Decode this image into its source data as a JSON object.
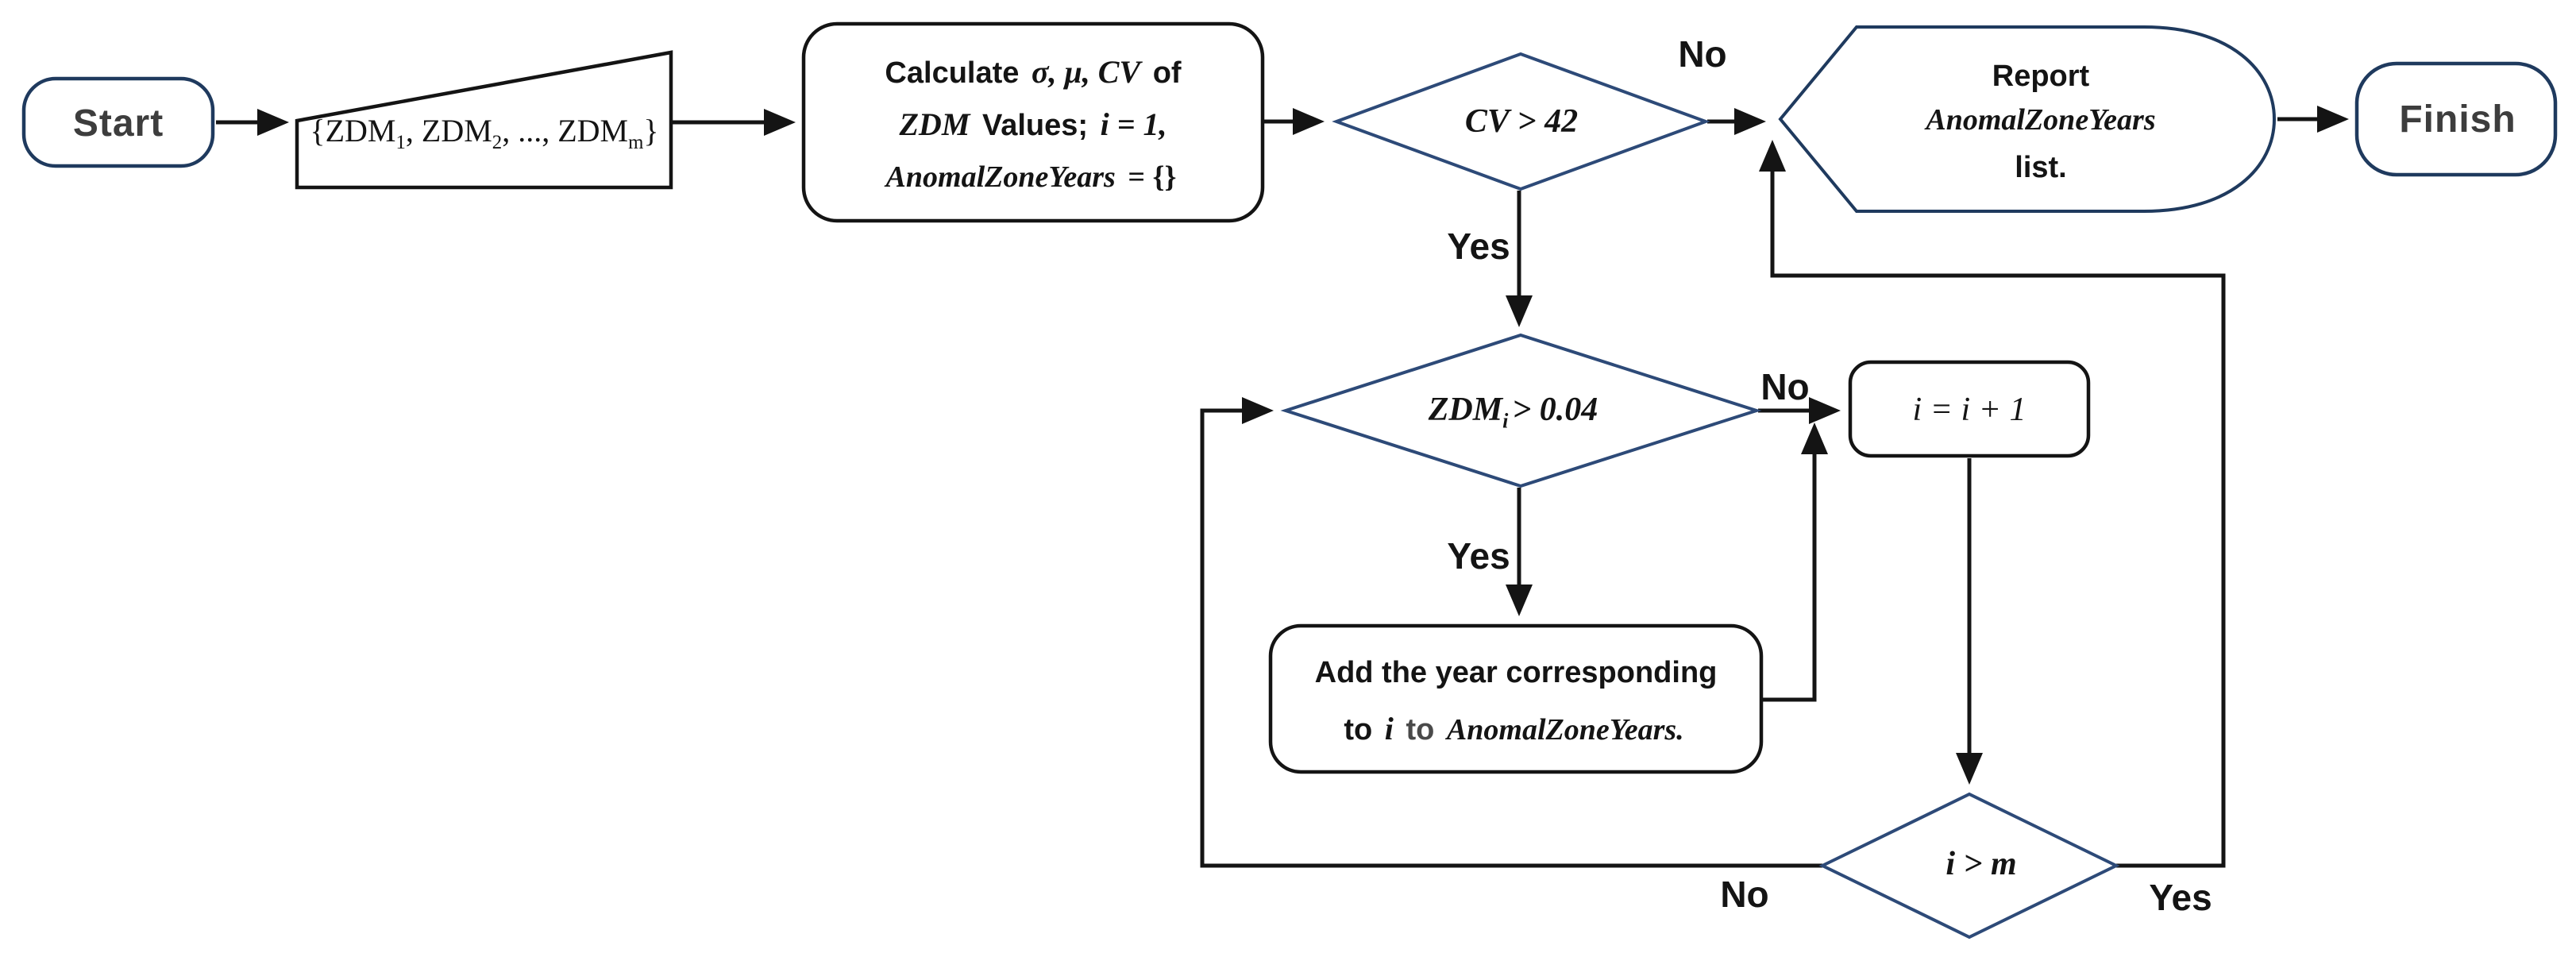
{
  "title": "Anomal zone years detection flowchart",
  "colors": {
    "navy": "#1f3a5e",
    "diamond_navy": "#2d4a78",
    "black": "#141414",
    "terminal_text": "#3d3d3d"
  },
  "nodes": {
    "start": {
      "label": "Start"
    },
    "input_set": {
      "p1": "{ZDM",
      "s1": "1",
      "p2": ", ZDM",
      "s2": "2",
      "p3": ", ..., ZDM",
      "s3": "m",
      "p4": "}"
    },
    "calc": {
      "l1a": "Calculate",
      "l1b": "σ, μ, CV",
      "l1c": "of",
      "l2a": "ZDM",
      "l2b": "Values;",
      "l2c": "i = 1,",
      "l3a": "AnomalZoneYears",
      "l3b": "= {}"
    },
    "cv_decision": {
      "label": "CV > 42"
    },
    "report": {
      "l1": "Report",
      "l2": "AnomalZoneYears",
      "l3": "list."
    },
    "finish": {
      "label": "Finish"
    },
    "zdm_decision": {
      "p1": "ZDM",
      "sub": "i",
      "p2": "> 0.04"
    },
    "increment": {
      "label": "i = i + 1"
    },
    "add_year": {
      "l1": "Add the year corresponding",
      "l2a": "to",
      "l2b": "i",
      "l2c": "to",
      "l2d": "AnomalZoneYears."
    },
    "im_decision": {
      "label": "i > m"
    }
  },
  "edge_labels": {
    "cv_no": "No",
    "cv_yes": "Yes",
    "zdm_no": "No",
    "zdm_yes": "Yes",
    "im_no": "No",
    "im_yes": "Yes"
  }
}
